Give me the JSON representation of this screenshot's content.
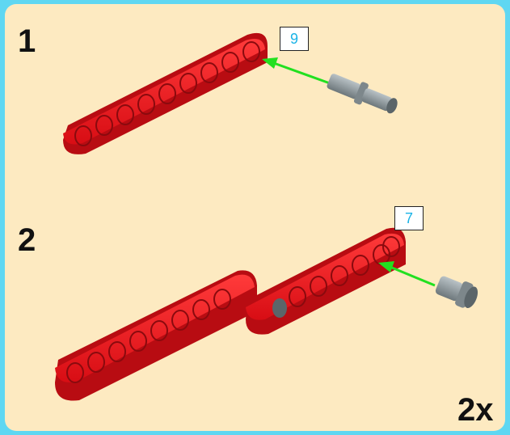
{
  "steps": [
    {
      "number": "1",
      "part_count": "9",
      "beam_icon": "beam-9-hole-icon",
      "pin_icon": "long-connector-pin-icon"
    },
    {
      "number": "2",
      "part_count": "7",
      "beam_icon": "beam-7-hole-icon",
      "pin_icon": "connector-pin-icon"
    }
  ],
  "quantity": "2x",
  "colors": {
    "background": "#5fd7f2",
    "panel": "#fdeac1",
    "beam": "#e6121a",
    "beam_dark": "#a30a0f",
    "pin": "#8a9499",
    "arrow": "#22e020",
    "count_text": "#1ab3e6"
  }
}
